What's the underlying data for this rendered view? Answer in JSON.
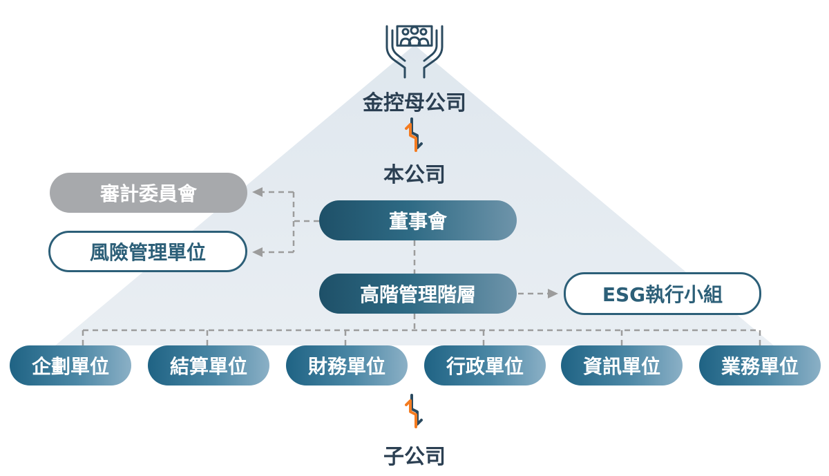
{
  "top": {
    "label": "金控母公司"
  },
  "company": {
    "label": "本公司"
  },
  "board": {
    "label": "董事會"
  },
  "audit": {
    "label": "審計委員會"
  },
  "risk": {
    "label": "風險管理單位"
  },
  "management": {
    "label": "高階管理階層"
  },
  "esg": {
    "label": "ESG執行小組"
  },
  "units": [
    {
      "label": "企劃單位"
    },
    {
      "label": "結算單位"
    },
    {
      "label": "財務單位"
    },
    {
      "label": "行政單位"
    },
    {
      "label": "資訊單位"
    },
    {
      "label": "業務單位"
    }
  ],
  "bottom": {
    "label": "子公司"
  },
  "colors": {
    "pyramid": "#e6ecf1",
    "dark_pill": "#1e5068",
    "unit_pill": "#1f6384",
    "gray_pill": "#a7a9ac",
    "arrow_orange": "#f47b20",
    "arrow_dark": "#2b4a5f",
    "connector": "#9c9c9c"
  },
  "icons": {
    "top": "hands-holding-people-icon",
    "link": "bidirectional-lightning-arrow-icon"
  }
}
